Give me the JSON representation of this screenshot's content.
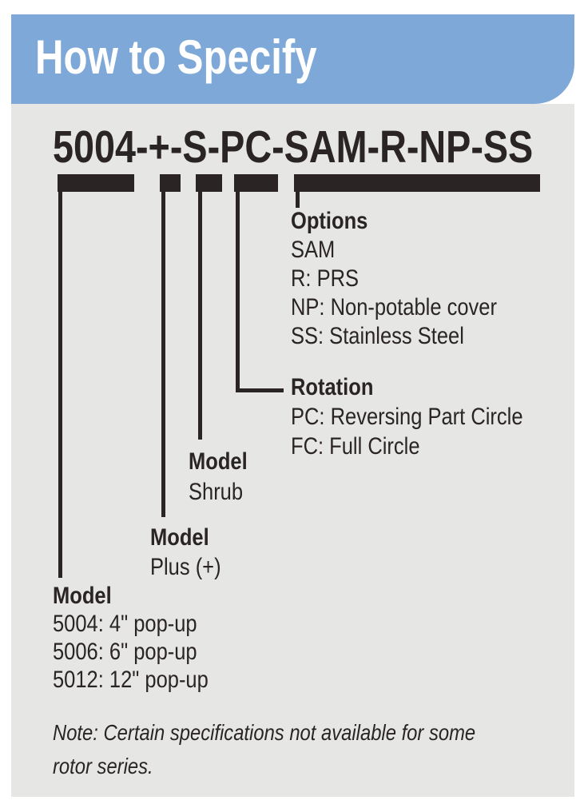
{
  "header": {
    "title": "How to Specify"
  },
  "model_code": "5004-+-S-PC-SAM-R-NP-SS",
  "colors": {
    "header_bg": "#7ea8d7",
    "panel_bg": "#e6e6e5",
    "ink": "#2a2425",
    "title_text": "#ffffff"
  },
  "callouts": {
    "options": {
      "heading": "Options",
      "items": [
        "SAM",
        "R: PRS",
        "NP: Non-potable cover",
        "SS: Stainless Steel"
      ]
    },
    "rotation": {
      "heading": "Rotation",
      "items": [
        "PC: Reversing Part Circle",
        "FC: Full Circle"
      ]
    },
    "model_shrub": {
      "heading": "Model",
      "items": [
        "Shrub"
      ]
    },
    "model_plus": {
      "heading": "Model",
      "items": [
        "Plus (+)"
      ]
    },
    "model_base": {
      "heading": "Model",
      "items": [
        "5004: 4\" pop-up",
        "5006: 6\" pop-up",
        "5012: 12\" pop-up"
      ]
    }
  },
  "note": {
    "line1": "Note: Certain specifications not available for some",
    "line2": "rotor series."
  }
}
